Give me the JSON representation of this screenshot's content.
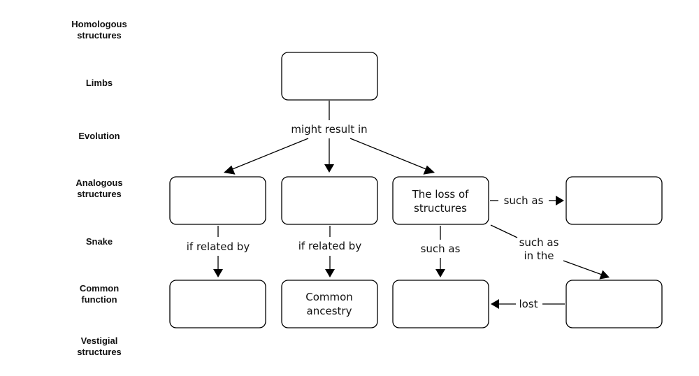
{
  "word_bank": [
    "Homologous\nstructures",
    "Limbs",
    "Evolution",
    "Analogous\nstructures",
    "Snake",
    "Common\nfunction",
    "Vestigial\nstructures"
  ],
  "nodes": {
    "top": "",
    "mid_left": "",
    "mid_center": "",
    "mid_right": [
      "The loss of",
      "structures"
    ],
    "far_right_mid": "",
    "bottom_left": "",
    "bottom_center": [
      "Common",
      "ancestry"
    ],
    "bottom_right": "",
    "far_right_bottom": ""
  },
  "links": {
    "might_result_in": "might result in",
    "if_related_by_left": "if related by",
    "if_related_by_center": "if related by",
    "such_as_down": "such as",
    "such_as_right": "such as",
    "such_as_in_the": [
      "such as",
      "in the"
    ],
    "lost": "lost"
  }
}
